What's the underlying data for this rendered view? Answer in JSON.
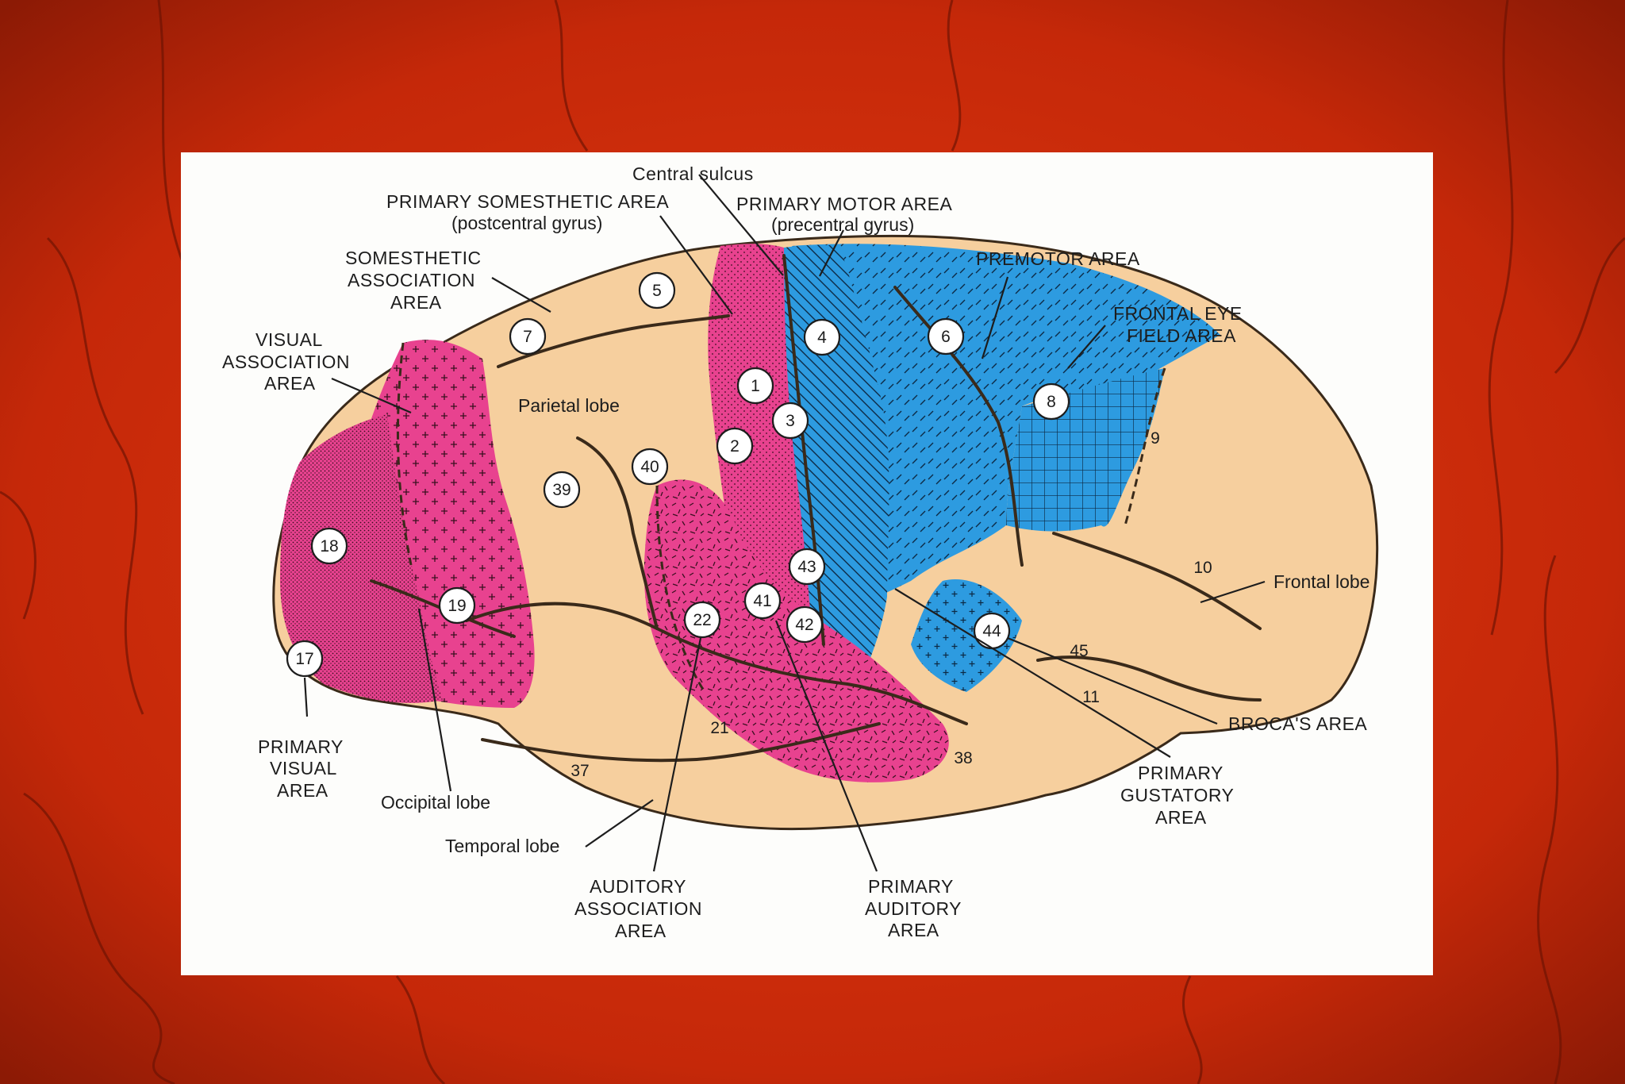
{
  "labels": {
    "central_sulcus": "Central sulcus",
    "primary_somesthetic_1": "PRIMARY SOMESTHETIC AREA",
    "primary_somesthetic_2": "(postcentral gyrus)",
    "primary_motor_1": "PRIMARY MOTOR AREA",
    "primary_motor_2": "(precentral gyrus)",
    "somesthetic_assoc_1": "SOMESTHETIC",
    "somesthetic_assoc_2": "ASSOCIATION",
    "somesthetic_assoc_3": "AREA",
    "premotor": "PREMOTOR AREA",
    "frontal_eye_1": "FRONTAL EYE",
    "frontal_eye_2": "FIELD AREA",
    "visual_assoc_1": "VISUAL",
    "visual_assoc_2": "ASSOCIATION",
    "visual_assoc_3": "AREA",
    "parietal_lobe": "Parietal lobe",
    "frontal_lobe": "Frontal lobe",
    "brocas_area": "BROCA'S AREA",
    "primary_gustatory_1": "PRIMARY",
    "primary_gustatory_2": "GUSTATORY",
    "primary_gustatory_3": "AREA",
    "primary_visual_1": "PRIMARY",
    "primary_visual_2": "VISUAL",
    "primary_visual_3": "AREA",
    "occipital_lobe": "Occipital lobe",
    "temporal_lobe": "Temporal lobe",
    "auditory_assoc_1": "AUDITORY",
    "auditory_assoc_2": "ASSOCIATION",
    "auditory_assoc_3": "AREA",
    "primary_auditory_1": "PRIMARY",
    "primary_auditory_2": "AUDITORY",
    "primary_auditory_3": "AREA"
  },
  "circled_areas": [
    "5",
    "7",
    "4",
    "6",
    "8",
    "1",
    "3",
    "2",
    "40",
    "39",
    "18",
    "19",
    "17",
    "43",
    "41",
    "22",
    "42",
    "44"
  ],
  "plain_areas": [
    "9",
    "10",
    "45",
    "11",
    "21",
    "37",
    "38"
  ],
  "colors": {
    "background": "#c72a0a",
    "tan": "#f6cf9e",
    "pink": "#e8428f",
    "blue": "#2d9be0",
    "panel": "#fdfdfb"
  }
}
